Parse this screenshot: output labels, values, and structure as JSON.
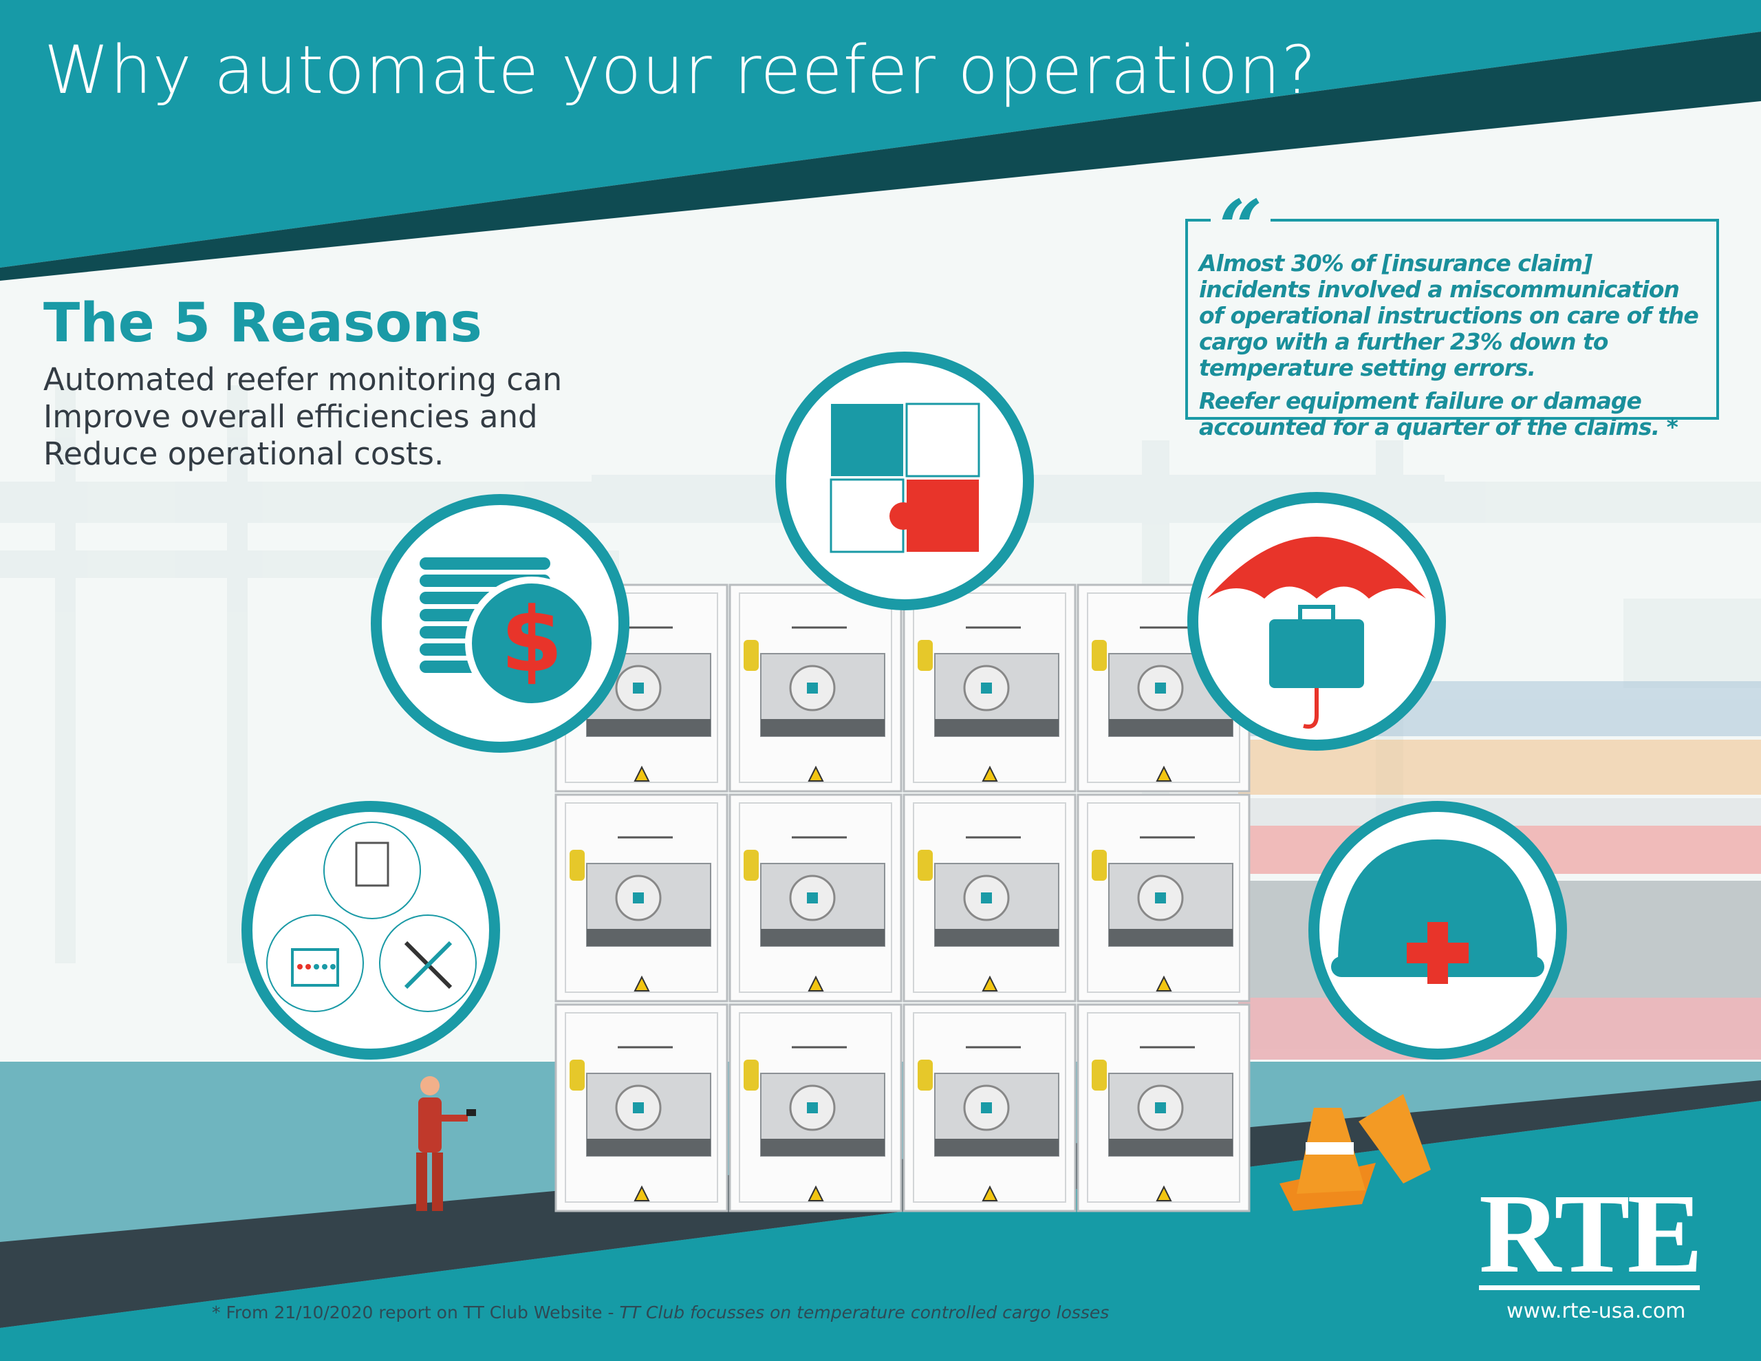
{
  "header": {
    "title": "Why automate your reefer operation?"
  },
  "intro": {
    "heading": "The 5 Reasons",
    "lines": [
      "Automated reefer monitoring can",
      "Improve overall efficiencies and",
      "Reduce operational costs."
    ]
  },
  "quote": {
    "paragraph1": "Almost 30% of [insurance claim] incidents involved a miscommunication of operational instructions on care of the cargo with a further 23% down to temperature setting errors.",
    "paragraph2": "Reefer equipment failure or damage accounted for a quarter of the claims. *",
    "mark": "“"
  },
  "reasons_icons": [
    "coins-dollar-icon",
    "puzzle-icon",
    "umbrella-briefcase-icon",
    "hard-hat-medical-icon",
    "checklist-calendar-tools-icon"
  ],
  "footer": {
    "source": "* From 21/10/2020 report on TT Club Website - ",
    "source_title": "TT Club focusses on temperature controlled cargo losses",
    "logo": "RTE",
    "website": "www.rte-usa.com"
  },
  "colors": {
    "teal": "#1a9aa6",
    "dark_teal": "#0f4b52",
    "red": "#e8342a",
    "road": "#34434b"
  }
}
